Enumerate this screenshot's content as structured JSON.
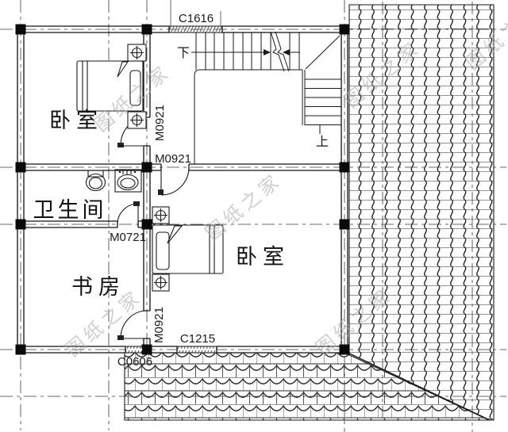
{
  "drawing": {
    "type": "residential-floor-plan",
    "labels": {
      "window_top": "C1616",
      "window_bottom_main": "C1215",
      "window_bottom_small": "C0606",
      "door_bedroom1": "M0921",
      "door_bedroom2": "M0921",
      "door_study": "M0921",
      "door_bathroom": "M0721",
      "stair_down": "下",
      "stair_up": "上"
    },
    "rooms": {
      "bedroom1": "卧室",
      "bathroom": "卫生间",
      "study": "书房",
      "bedroom2": "卧室"
    },
    "watermark": "图纸之家",
    "colors": {
      "line": "#1a1a1a",
      "watermark": "#b0b0b0",
      "background": "#ffffff"
    }
  }
}
